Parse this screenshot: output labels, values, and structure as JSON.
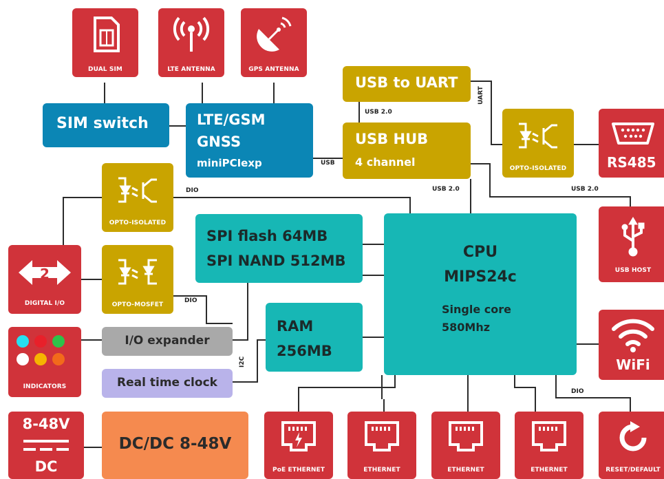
{
  "top_icons": {
    "dual_sim": "DUAL SIM",
    "lte_antenna": "LTE ANTENNA",
    "gps_antenna": "GPS ANTENNA"
  },
  "blocks": {
    "sim_switch": "SIM switch",
    "lte_line1": "LTE/GSM",
    "lte_line2": "GNSS",
    "lte_line3": "miniPCIexp",
    "usb_uart": "USB to UART",
    "usb_hub_line1": "USB HUB",
    "usb_hub_line2": "4 channel",
    "opto_iso_right": "OPTO-ISOLATED",
    "rs485": "RS485",
    "opto_iso_left": "OPTO-ISOLATED",
    "opto_mosfet": "OPTO-MOSFET",
    "digital_io": "DIGITAL I/O",
    "digital_io_num": "2",
    "spi_line1": "SPI flash 64MB",
    "spi_line2": "SPI NAND 512MB",
    "cpu_line1": "CPU",
    "cpu_line2": "MIPS24c",
    "cpu_line3": "Single core",
    "cpu_line4": "580Mhz",
    "ram_line1": "RAM",
    "ram_line2": "256MB",
    "usb_host": "USB HOST",
    "wifi": "WiFi",
    "io_expander": "I/O expander",
    "rtc": "Real time clock",
    "indicators": "INDICATORS",
    "power_top": "8-48V",
    "power_bottom": "DC",
    "dcdc": "DC/DC 8-48V",
    "poe_eth": "PoE ETHERNET",
    "eth1": "ETHERNET",
    "eth2": "ETHERNET",
    "eth3": "ETHERNET",
    "reset": "RESET/DEFAULT"
  },
  "connections": {
    "usb_lte_hub": "USB",
    "usb20_uart_hub": "USB 2.0",
    "uart": "UART",
    "usb20_hub_cpu": "USB 2.0",
    "usb20_host": "USB 2.0",
    "dio_opto": "DIO",
    "dio_mosfet": "DIO",
    "i2c": "I2C",
    "dio_reset": "DIO"
  },
  "colors": {
    "red": "#d0333a",
    "gold": "#c9a400",
    "blue": "#0b86b5",
    "teal": "#17b7b5",
    "grey": "#a9a9a9",
    "lavender": "#b9b3ea",
    "orange": "#f58a4f"
  },
  "indicator_colors": [
    "#27e0f0",
    "#e8202a",
    "#2ec24a",
    "#ffffff",
    "#f6b400",
    "#f26a1b"
  ]
}
